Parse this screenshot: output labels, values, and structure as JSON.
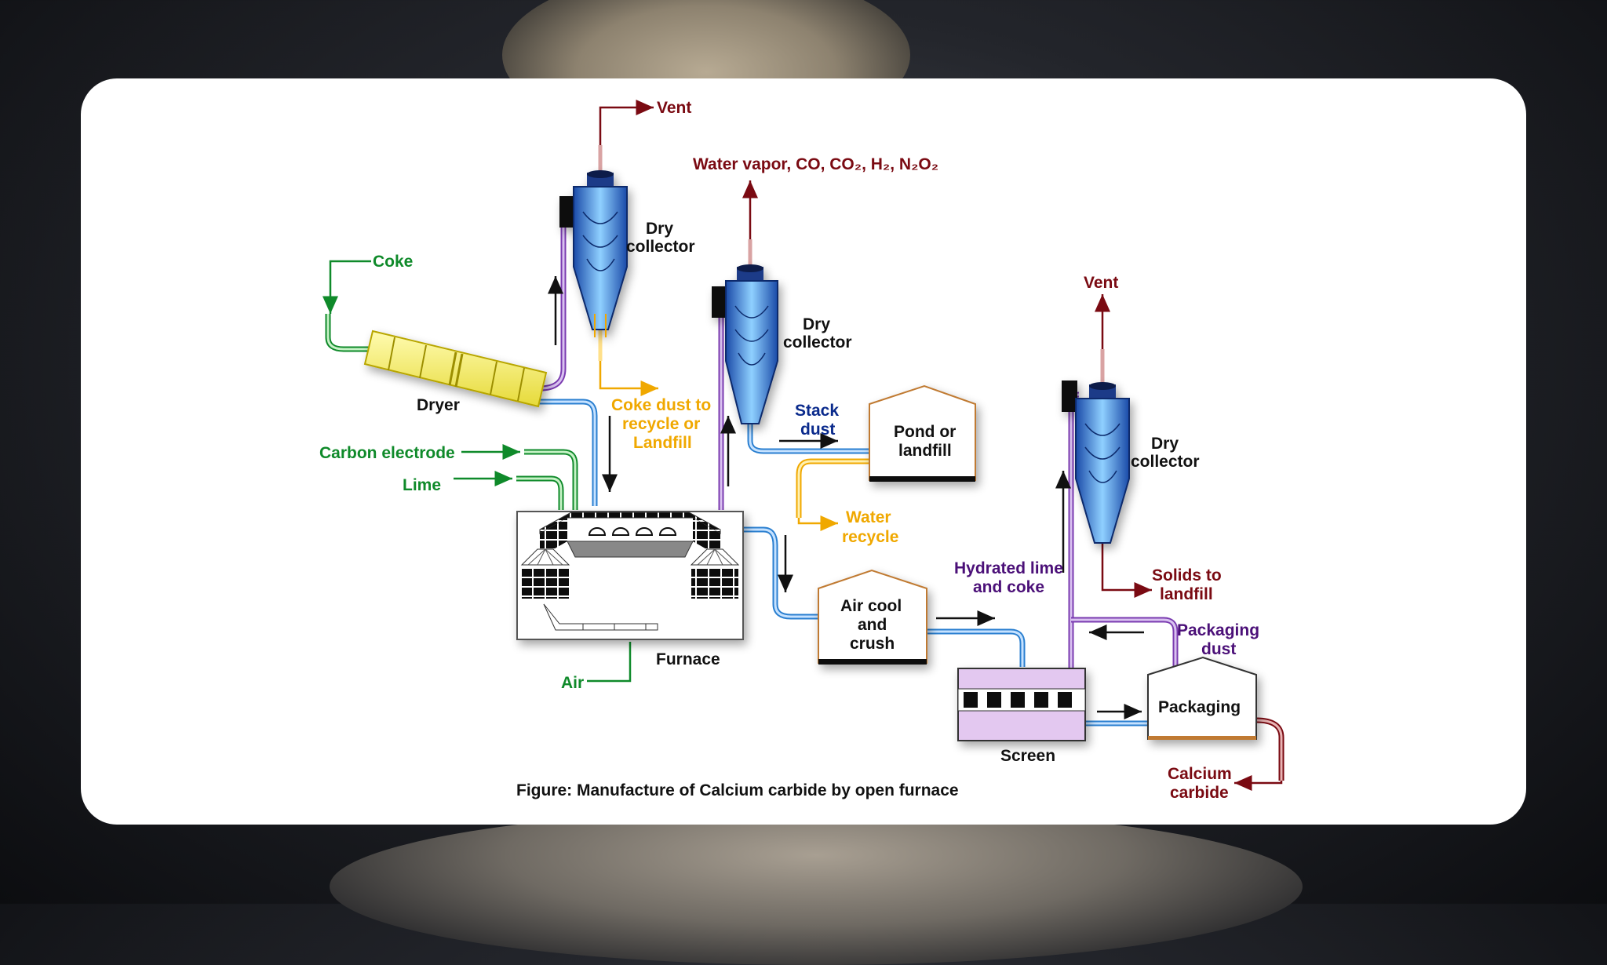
{
  "diagram": {
    "labels": {
      "vent_top": "Vent",
      "water_vapor": "Water vapor, CO, CO₂, H₂, N₂O₂",
      "dry_collector_1_line1": "Dry",
      "dry_collector_1_line2": "collector",
      "dry_collector_2_line1": "Dry",
      "dry_collector_2_line2": "collector",
      "dry_collector_3_line1": "Dry",
      "dry_collector_3_line2": "collector",
      "coke": "Coke",
      "dryer": "Dryer",
      "coke_dust_line1": "Coke dust to",
      "coke_dust_line2": "recycle or",
      "coke_dust_line3": "Landfill",
      "stack_dust_line1": "Stack",
      "stack_dust_line2": "dust",
      "pond_line1": "Pond or",
      "pond_line2": "landfill",
      "carbon_electrode": "Carbon electrode",
      "lime": "Lime",
      "water_recycle_line1": "Water",
      "water_recycle_line2": "recycle",
      "vent_right": "Vent",
      "hydrated_lime_line1": "Hydrated lime",
      "hydrated_lime_line2": "and coke",
      "solids_line1": "Solids to",
      "solids_line2": "landfill",
      "air_cool_line1": "Air cool",
      "air_cool_line2": "and",
      "air_cool_line3": "crush",
      "packaging_dust_line1": "Packaging",
      "packaging_dust_line2": "dust",
      "furnace": "Furnace",
      "air": "Air",
      "packaging": "Packaging",
      "screen": "Screen",
      "calcium_line1": "Calcium",
      "calcium_line2": "carbide"
    },
    "caption": "Figure: Manufacture of Calcium carbide by open furnace",
    "colors": {
      "green": "#0f8a2a",
      "orange": "#f0a800",
      "darkred": "#7a0a12",
      "navy": "#0a2a8c",
      "purple": "#4b1078",
      "blue_pipe": "#2a7fd0",
      "purple_pipe": "#7a3bb0",
      "brown_outline": "#c07a30"
    }
  }
}
